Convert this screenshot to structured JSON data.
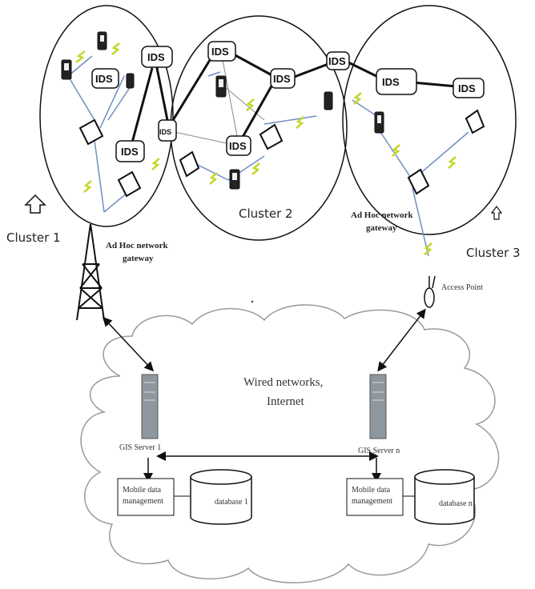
{
  "clusters": [
    {
      "label": "Cluster 1"
    },
    {
      "label": "Cluster 2"
    },
    {
      "label": "Cluster 3"
    }
  ],
  "ids_nodes": [
    "IDS",
    "IDS",
    "IDS",
    "IDS",
    "IDS",
    "IDS",
    "IDS",
    "IDS",
    "IDS",
    "IDS"
  ],
  "gateways": {
    "left": {
      "line1": "Ad Hoc network",
      "line2": "gateway"
    },
    "right": {
      "line1": "Ad Hoc network",
      "line2": "gateway"
    }
  },
  "access_point": "Access Point",
  "cloud": {
    "line1": "Wired networks,",
    "line2": "Internet"
  },
  "servers": [
    {
      "label": "GIS Server 1"
    },
    {
      "label": "GIS Server n"
    }
  ],
  "mobile_data": [
    {
      "line1": "Mobile data",
      "line2": "management"
    },
    {
      "line1": "Mobile data",
      "line2": "management"
    }
  ],
  "databases": [
    {
      "label": "database 1"
    },
    {
      "label": "database n"
    }
  ],
  "colors": {
    "link": "#6f8fc4",
    "strong_link": "#111111",
    "zigzag": "#c4d62c",
    "cloud_edge": "#9a9a9a"
  }
}
